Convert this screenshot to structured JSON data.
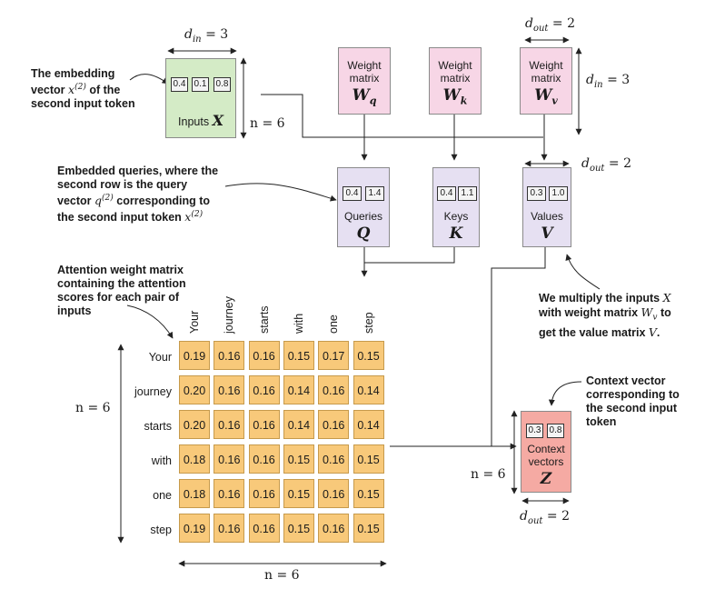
{
  "inputs_box": {
    "values": [
      "0.4",
      "0.1",
      "0.8"
    ],
    "label": "Inputs",
    "symbol": "X",
    "fill": "#d4ebc6"
  },
  "weights": [
    {
      "line1": "Weight",
      "line2": "matrix",
      "symbol": "W",
      "sub": "q"
    },
    {
      "line1": "Weight",
      "line2": "matrix",
      "symbol": "W",
      "sub": "k"
    },
    {
      "line1": "Weight",
      "line2": "matrix",
      "symbol": "W",
      "sub": "v"
    }
  ],
  "weight_fill": "#f7d6e6",
  "qkv": [
    {
      "values": [
        "0.4",
        "1.4"
      ],
      "label": "Queries",
      "symbol": "Q"
    },
    {
      "values": [
        "0.4",
        "1.1"
      ],
      "label": "Keys",
      "symbol": "K"
    },
    {
      "values": [
        "0.3",
        "1.0"
      ],
      "label": "Values",
      "symbol": "V"
    }
  ],
  "qkv_fill": "#e6e0f2",
  "context_box": {
    "values": [
      "0.3",
      "0.8"
    ],
    "label1": "Context",
    "label2": "vectors",
    "symbol": "Z",
    "fill": "#f5aaa3"
  },
  "dims": {
    "din_top": "= 3",
    "n_inputs": "n = 6",
    "dout_top": "= 2",
    "din_right": "= 3",
    "dout_values": "= 2",
    "n_matrix": "n = 6",
    "n_bottom": "n = 6",
    "n_context": "n = 6",
    "dout_context": "= 2"
  },
  "notes": {
    "embedding": [
      "The embedding",
      "vector",
      "of the",
      "second input token"
    ],
    "embedding_math": "x",
    "embedding_sup": "(2)",
    "queries": [
      "Embedded queries, where the",
      "second row is the query",
      "vector",
      "corresponding to",
      "the second input token"
    ],
    "queries_math": "q",
    "queries_sup": "(2)",
    "queries_math2": "x",
    "queries_sup2": "(2)",
    "attention": [
      "Attention weight matrix",
      "containing the attention",
      "scores for each pair of",
      "inputs"
    ],
    "multiply": [
      "We multiply the inputs",
      "with weight matrix",
      "to",
      "get the value matrix"
    ],
    "context": [
      "Context vector",
      "corresponding to",
      "the second input",
      "token"
    ]
  },
  "matrix": {
    "tokens": [
      "Your",
      "journey",
      "starts",
      "with",
      "one",
      "step"
    ],
    "rows": [
      [
        "0.19",
        "0.16",
        "0.16",
        "0.15",
        "0.17",
        "0.15"
      ],
      [
        "0.20",
        "0.16",
        "0.16",
        "0.14",
        "0.16",
        "0.14"
      ],
      [
        "0.20",
        "0.16",
        "0.16",
        "0.14",
        "0.16",
        "0.14"
      ],
      [
        "0.18",
        "0.16",
        "0.16",
        "0.15",
        "0.16",
        "0.15"
      ],
      [
        "0.18",
        "0.16",
        "0.16",
        "0.15",
        "0.16",
        "0.15"
      ],
      [
        "0.19",
        "0.16",
        "0.16",
        "0.15",
        "0.16",
        "0.15"
      ]
    ],
    "fill": "#f8c97a"
  }
}
